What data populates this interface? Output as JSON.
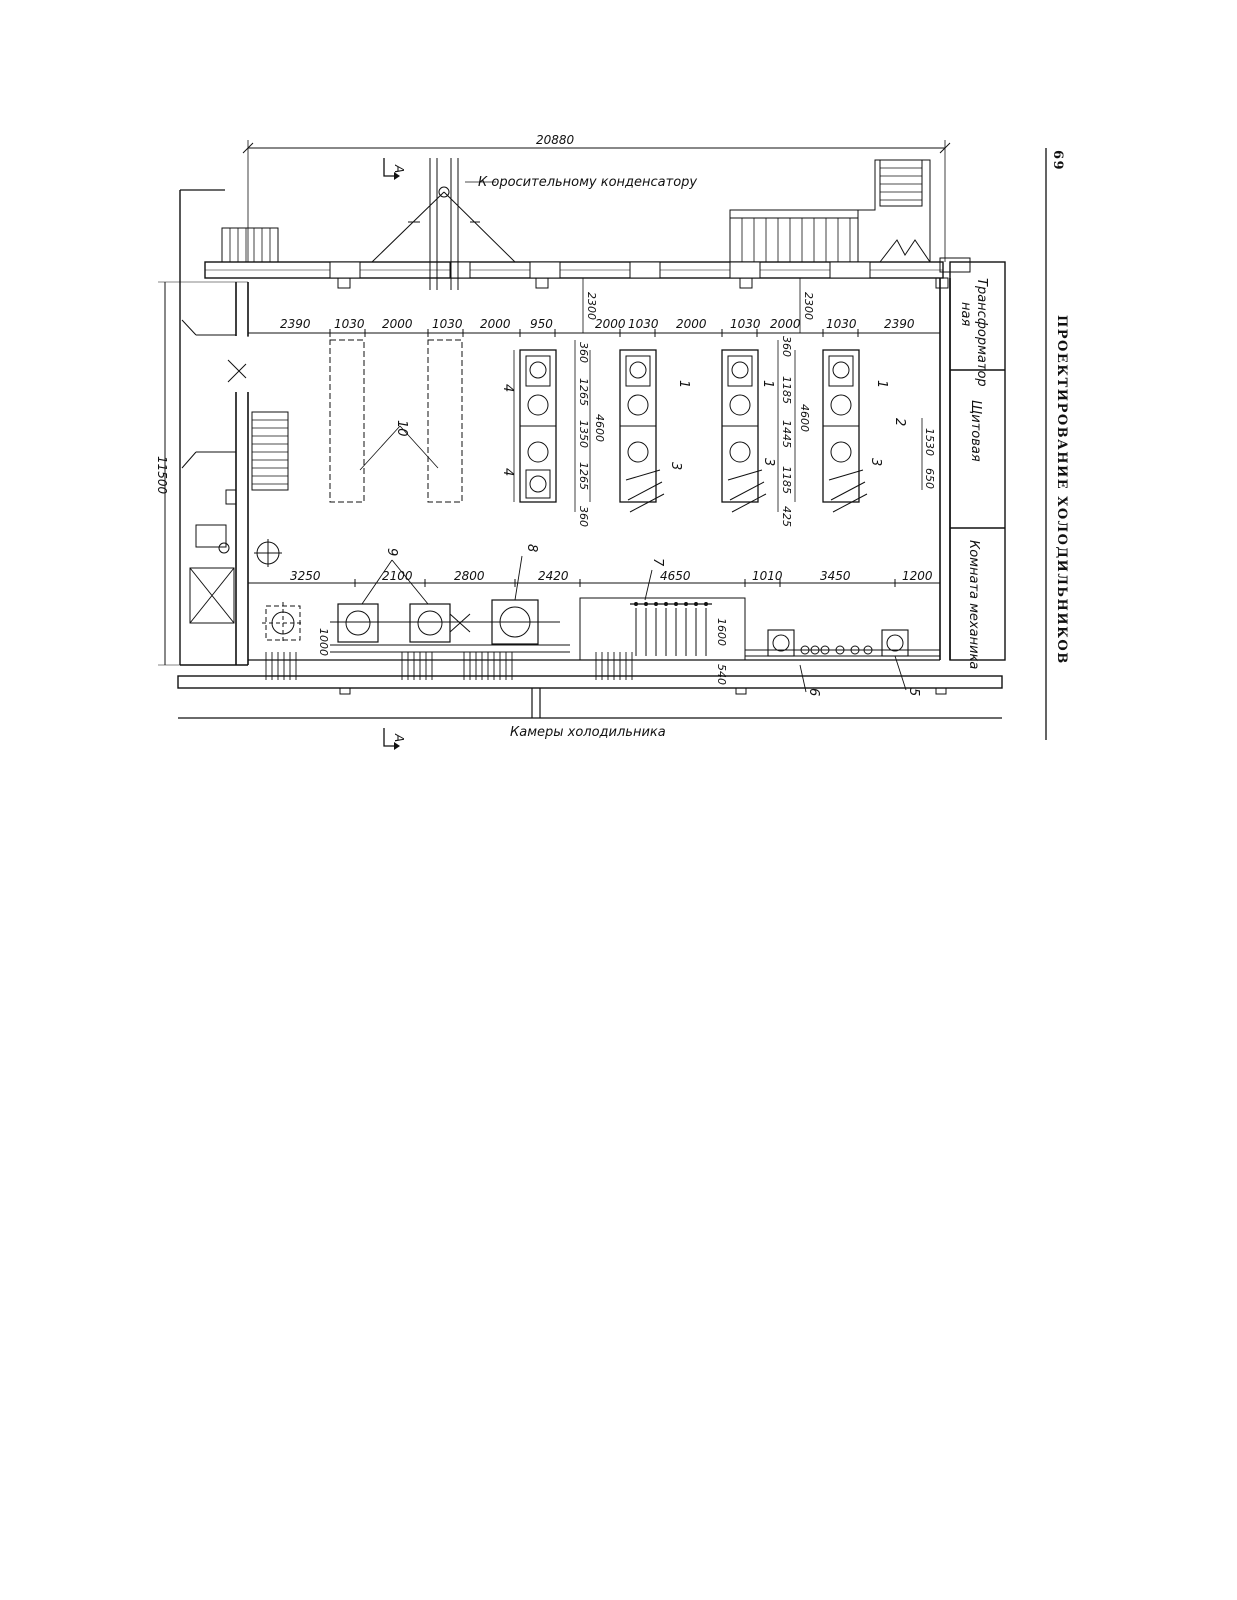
{
  "page": {
    "page_number": "69",
    "running_header": "ПРОЕКТИРОВАНИЕ ХОЛОДИЛЬНИКОВ"
  },
  "plan": {
    "overall_width": "20880",
    "overall_depth": "11500",
    "section_mark": "A",
    "top_note": "К оросительному конденсатору",
    "bottom_note": "Камеры холодильника",
    "rooms": {
      "transformer_line1": "Трансформатор",
      "transformer_line2": "ная",
      "switchboard": "Щитовая",
      "mechanic": "Комната механика"
    },
    "top_dims": [
      "2390",
      "1030",
      "2000",
      "1030",
      "2000",
      "950",
      "2000",
      "1030",
      "2000",
      "1030",
      "2000",
      "1030",
      "2390"
    ],
    "wall_offsets": [
      "2300",
      "2300"
    ],
    "compressor_dims_a": [
      "360",
      "1265",
      "1350",
      "1265",
      "360"
    ],
    "compressor_dims_b": [
      "360",
      "1185",
      "1445",
      "1185",
      "425"
    ],
    "unit_total": "4600",
    "side_dims": [
      "1530",
      "650"
    ],
    "bottom_dims": [
      "3250",
      "2100",
      "2800",
      "2420",
      "4650",
      "1010",
      "3450",
      "1200"
    ],
    "small_dims": [
      "1000",
      "1600",
      "540"
    ],
    "callouts": [
      "1",
      "2",
      "3",
      "4",
      "5",
      "6",
      "7",
      "8",
      "9",
      "10"
    ]
  }
}
